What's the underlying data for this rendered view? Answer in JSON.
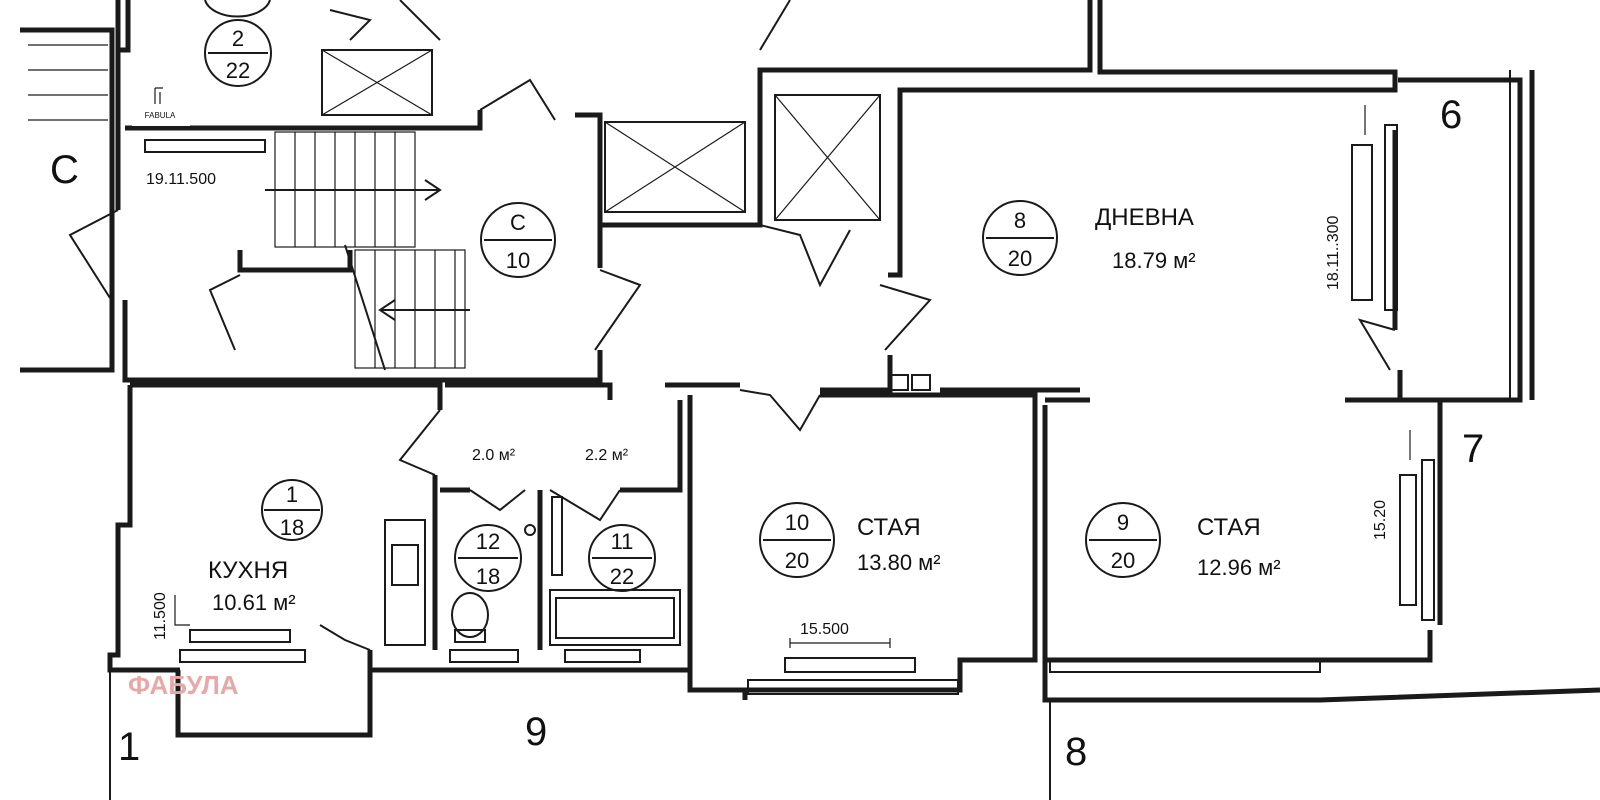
{
  "logo": {
    "text": "FABULA"
  },
  "watermark": {
    "text": "ФАБУЛА",
    "color": "#e8a8a8"
  },
  "axis_labels": {
    "c": "С",
    "six": "6",
    "seven": "7",
    "one": "1",
    "nine": "9",
    "eight": "8"
  },
  "stair_circle": {
    "top": "C",
    "bottom": "10"
  },
  "top_circle": {
    "top": "2",
    "bottom": "22"
  },
  "rooms": {
    "living": {
      "top": "8",
      "bottom": "20",
      "name": "ДНЕВНА",
      "area": "18.79 м²"
    },
    "kitchen": {
      "top": "1",
      "bottom": "18",
      "name": "КУХНЯ",
      "area": "10.61 м²"
    },
    "room10": {
      "top": "10",
      "bottom": "20",
      "name": "СТАЯ",
      "area": "13.80 м²"
    },
    "room9": {
      "top": "9",
      "bottom": "20",
      "name": "СТАЯ",
      "area": "12.96 м²"
    },
    "wc12": {
      "top": "12",
      "bottom": "18",
      "area": "2.0 м²"
    },
    "bath11": {
      "top": "11",
      "bottom": "22",
      "area": "2.2 м²"
    }
  },
  "dimensions": {
    "stair_window": "19.11.500",
    "living_window": "18.11..300",
    "kitchen_window": "11.500",
    "room10_window": "15.500",
    "room9_window": "15.20"
  }
}
